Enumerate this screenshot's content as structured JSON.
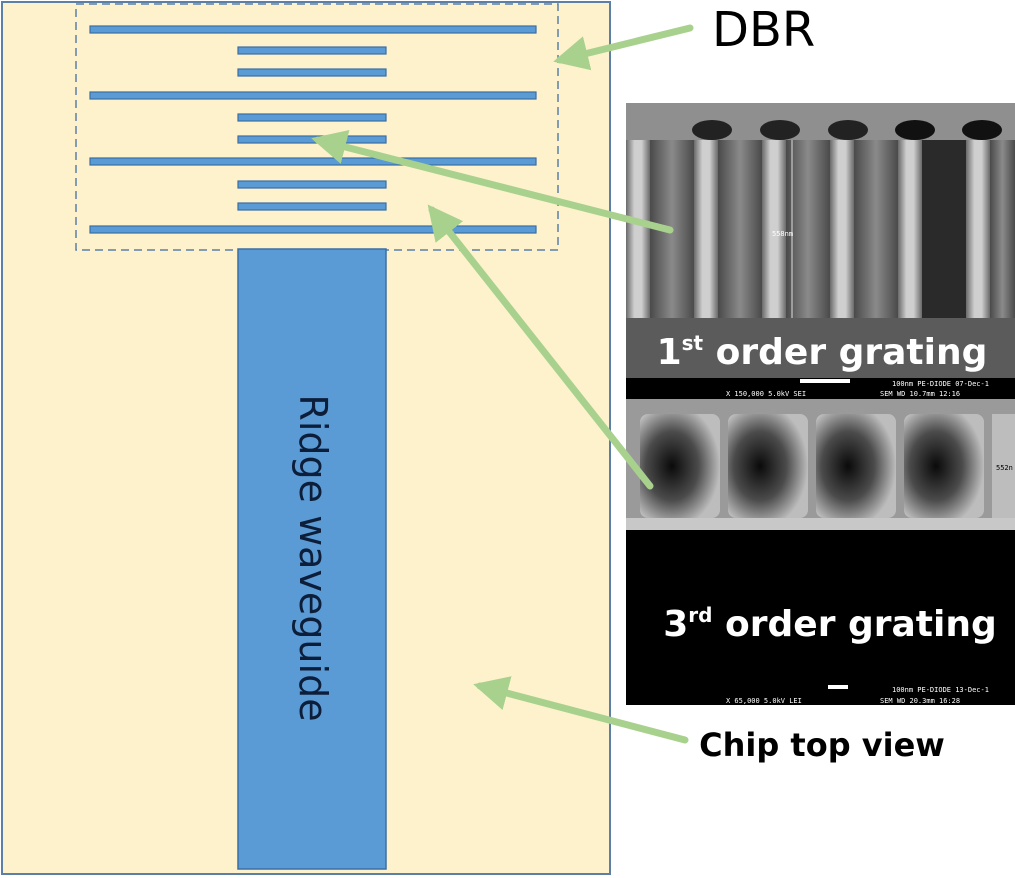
{
  "colors": {
    "chip_fill": "#fdf2cc",
    "chip_border": "#5b7fa6",
    "grating_fill": "#5b9bd5",
    "grating_border": "#3a6ea5",
    "ridge_fill": "#5b9bd5",
    "arrow": "#a9d18e",
    "sem_bg": "#000000",
    "sem_text": "#ffffff"
  },
  "labels": {
    "dbr": "DBR",
    "ridge": "Ridge waveguide",
    "chip_top_view": "Chip top view"
  },
  "sem_top": {
    "caption_base": "1",
    "caption_sup": "st",
    "caption_rest": " order grating",
    "measure": "558nm",
    "info_left": "X 150,000    5.0kV  SEI",
    "info_right": "100nm PE-DIODE 07-Dec-1",
    "info_right2": "SEM   WD 10.7mm 12:16"
  },
  "sem_bottom": {
    "caption_base": "3",
    "caption_sup": "rd",
    "caption_rest": " order grating",
    "measure": "552n",
    "info_left": "X 65,000    5.0kV  LEI",
    "info_right": "100nm PE-DIODE 13-Dec-1",
    "info_right2": "SEM   WD 20.3mm 16:28"
  }
}
